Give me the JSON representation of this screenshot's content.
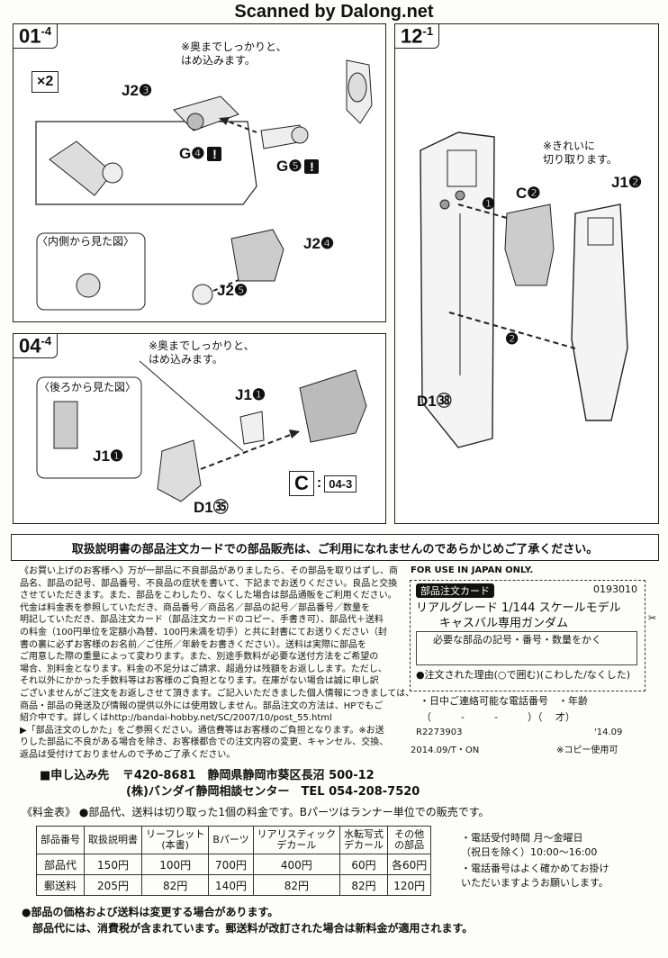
{
  "watermark": "Scanned by Dalong.net",
  "step_01": {
    "number": "01",
    "sub": "-4",
    "multiplier": "×2",
    "note": "※奥までしっかりと、\nはめ込みます。",
    "parts": [
      "J2❸",
      "G❹",
      "G❺",
      "J2❹",
      "J2❺"
    ],
    "inside_view": "〈内側から見た図〉"
  },
  "step_04": {
    "number": "04",
    "sub": "-4",
    "note": "※奥までしっかりと、\nはめ込みます。",
    "back_view": "〈後ろから見た図〉",
    "parts": [
      "J1❶",
      "J1❶",
      "D1㉟"
    ],
    "ref_letter": "C",
    "ref_colon": ":",
    "ref_step": "04-3"
  },
  "step_12": {
    "number": "12",
    "sub": "-1",
    "note": "※きれいに\n切り取ります。",
    "parts": [
      "C❷",
      "J1❷",
      "D1㊳"
    ],
    "arrows": [
      "❶",
      "❷"
    ]
  },
  "order": {
    "banner": "取扱説明書の部品注文カードでの部品販売は、ご利用になれませんのであらかじめご了承ください。",
    "body": "《お買い上げのお客様へ》万が一部品に不良部品がありましたら、その部品を取りはずし、商\n品名、部品の記号、部品番号、不良品の症状を書いて、下記までお送りください。良品と交換\nさせていただきます。また、部品をこわしたり、なくした場合は部品通販をご利用ください。\n代金は料金表を参照していただき、商品番号／商品名／部品の記号／部品番号／数量を\n明記していただき、部品注文カード（部品注文カードのコピー、手書き可）、部品代＋送料\nの料金（100円単位を定額小為替、100円未満を切手）と共に封書にてお送りください（封\n書の裏に必ずお客様のお名前／ご住所／年齢をお書きください）。送料は実際に部品を\nご用意した際の重量によって変わります。また、別途手数料が必要な送付方法をご希望の\n場合、別料金となります。料金の不足分はご請求、超過分は残額をお返しします。ただし、\nそれ以外にかかった手数料等はお客様のご負担となります。在庫がない場合は誠に申し訳\nございませんがご注文をお返しさせて頂きます。ご記入いただきました個人情報につきましては、\n商品・部品の発送及び情報の提供以外には使用致しません。部品注文の方法は、HPでもご\n紹介中です。詳しくはhttp://bandai-hobby.net/SC/2007/10/post_55.html\n▶「部品注文のしかた」をご参照ください。通信費等はお客様のご負担となります。※お送\nりした部品に不良がある場合を除き、お客様都合での注文内容の変更、キャンセル、交換、\n返品は受付けておりませんので予めご了承ください。",
    "japan_only": "FOR USE IN JAPAN ONLY.",
    "card_title": "部品注文カード",
    "card_code": "0193010",
    "card_product_1": "リアルグレード 1/144 スケールモデル",
    "card_product_2": "キャスバル専用ガンダム",
    "card_prompt": "必要な部品の記号・番号・数量をかく",
    "card_reason": "●注文された理由(○で囲む)(こわした/なくした)",
    "card_phone": "・日中ご連絡可能な電話番号　・年齢",
    "card_phone_line": "（　　　-　　　-　　　）（　 才）",
    "card_id": "R2273903",
    "card_date": "'14.09",
    "print_code": "2014.09/T・ON",
    "copy_ok": "※コピー使用可",
    "apply_label": "■申し込み先",
    "address": "〒420-8681　静岡県静岡市葵区長沼 500-12",
    "center": "(株)バンダイ静岡相談センター　TEL 054-208-7520",
    "fee_title": "《料金表》",
    "fee_desc": "●部品代、送料は切り取った1個の料金です。Bパーツはランナー単位での販売です。",
    "fee_headers": [
      "部品番号",
      "取扱説明書",
      "リーフレット\n(本書)",
      "Bパーツ",
      "リアリスティック\nデカール",
      "水転写式\nデカール",
      "その他\nの部品"
    ],
    "fee_rows": [
      [
        "部品代",
        "150円",
        "100円",
        "700円",
        "400円",
        "60円",
        "各60円"
      ],
      [
        "郵送料",
        "205円",
        "82円",
        "140円",
        "82円",
        "82円",
        "120円"
      ]
    ],
    "phone_hours_1": "・電話受付時間 月〜金曜日",
    "phone_hours_2": "（祝日を除く）10:00〜16:00",
    "phone_check_1": "・電話番号はよく確かめてお掛け",
    "phone_check_2": "いただいますようお願いします。",
    "footer_1": "●部品の価格および送料は変更する場合があります。",
    "footer_2": "部品代には、消費税が含まれています。郵送料が改訂された場合は新料金が適用されます。"
  }
}
